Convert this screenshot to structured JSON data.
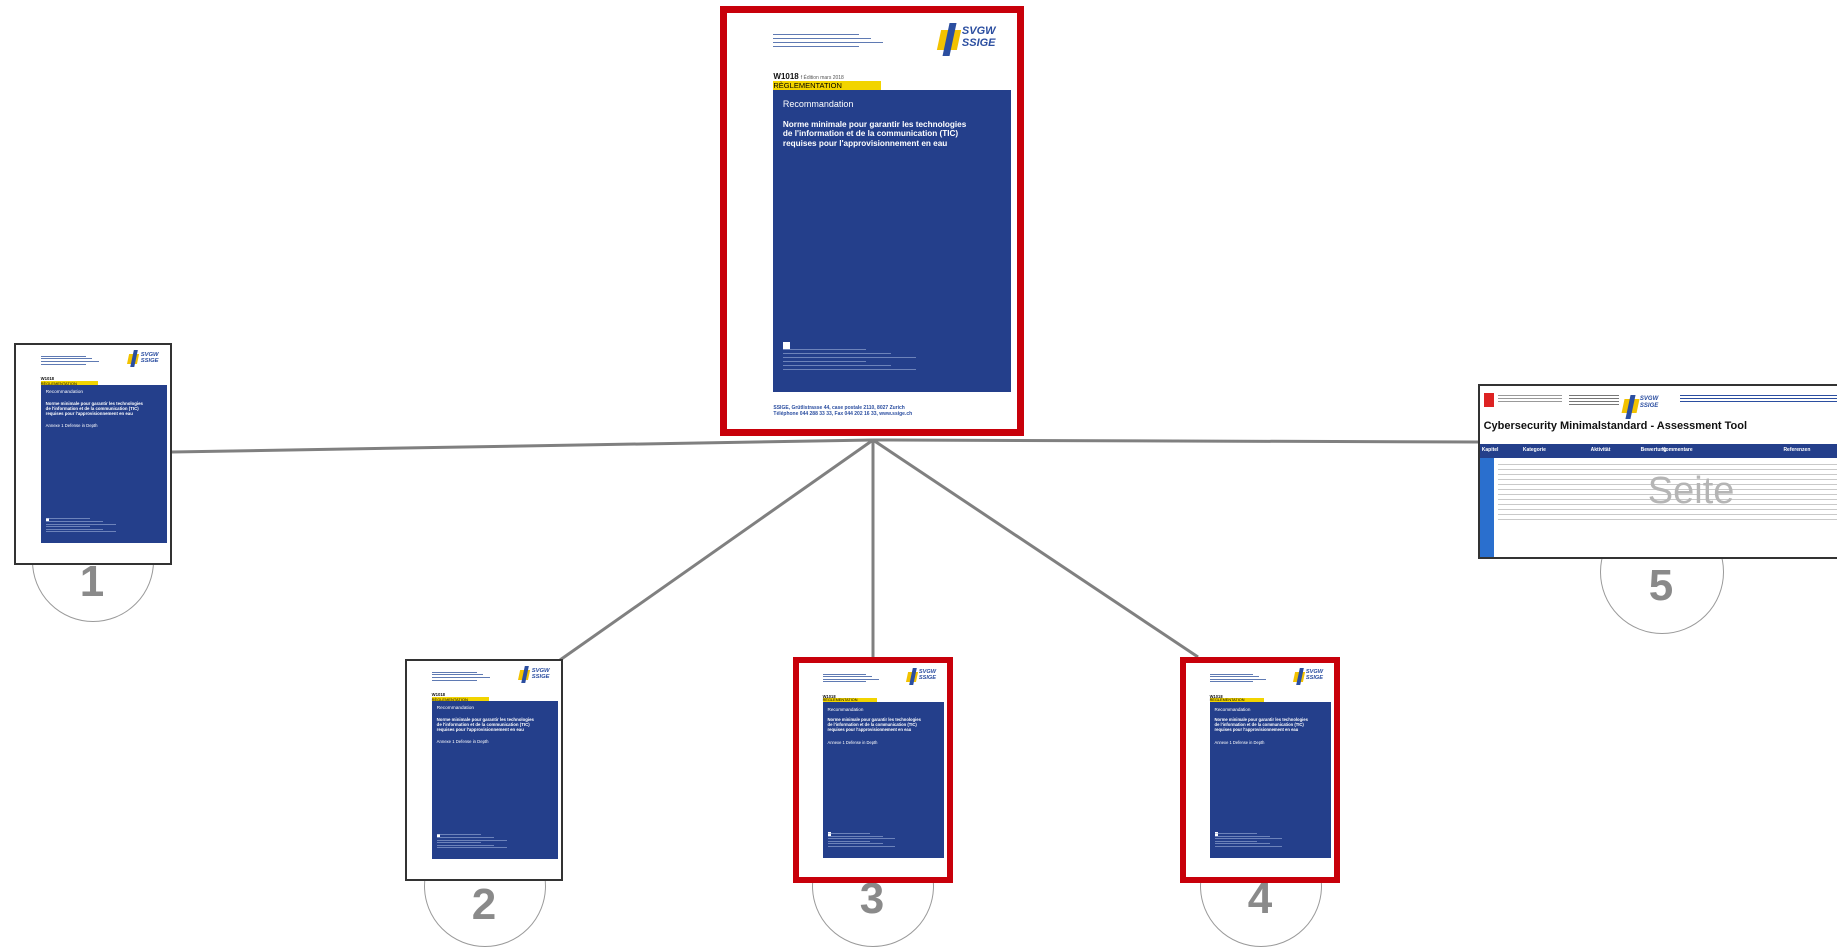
{
  "diagram": {
    "description_text": "",
    "nodes": [
      {
        "id": "root",
        "kind": "cover",
        "selected": true,
        "cover": {
          "header_lines": [
            "Schweizerischer Verein des Gas- und Wasserfaches",
            "Société Suisse de l'Industrie du Gaz et des Eaux",
            "Società Svizzera dell'Industria del Gas e delle Acque",
            "Swiss Gas and Water Industry Association"
          ],
          "logo_top": "SVGW",
          "logo_bottom": "SSIGE",
          "code": "W1018",
          "edition": "f Édition mars 2018",
          "band": "RÈGLEMENTATION",
          "recommendation": "Recommandation",
          "title": "Norme minimale pour garantir les technologies de l'information et de la communication (TIC) requises pour l'approvisionnement en eau",
          "annex": "",
          "address": "SSIGE, Grütlistrasse 44, case postale 2110, 8027 Zurich\nTéléphone 044 288 33 33, Fax 044 202 16 33, www.ssige.ch"
        }
      },
      {
        "id": "1",
        "label": "1",
        "kind": "cover",
        "selected": false,
        "cover": {
          "header_lines": [],
          "logo_top": "SVGW",
          "logo_bottom": "SSIGE",
          "code": "W1018",
          "edition": "",
          "band": "RÈGLEMENTATION",
          "recommendation": "Recommandation",
          "title": "Norme minimale pour garantir les technologies de l'information et de la communication (TIC) requises pour l'approvisionnement en eau",
          "annex": "Annexe 1 Defense in Depth",
          "address": ""
        }
      },
      {
        "id": "2",
        "label": "2",
        "kind": "cover",
        "selected": false,
        "cover": {
          "header_lines": [],
          "logo_top": "SVGW",
          "logo_bottom": "SSIGE",
          "code": "W1018",
          "edition": "",
          "band": "RÈGLEMENTATION",
          "recommendation": "Recommandation",
          "title": "Norme minimale pour garantir les technologies de l'information et de la communication (TIC) requises pour l'approvisionnement en eau",
          "annex": "Annexe 1 Defense in Depth",
          "address": ""
        }
      },
      {
        "id": "3",
        "label": "3",
        "kind": "cover",
        "selected": true,
        "cover": {
          "header_lines": [],
          "logo_top": "SVGW",
          "logo_bottom": "SSIGE",
          "code": "W1018",
          "edition": "",
          "band": "RÈGLEMENTATION",
          "recommendation": "Recommandation",
          "title": "Norme minimale pour garantir les technologies de l'information et de la communication (TIC) requises pour l'approvisionnement en eau",
          "annex": "Annexe 1 Defense in Depth",
          "address": ""
        }
      },
      {
        "id": "4",
        "label": "4",
        "kind": "cover",
        "selected": true,
        "cover": {
          "header_lines": [],
          "logo_top": "SVGW",
          "logo_bottom": "SSIGE",
          "code": "W1018",
          "edition": "",
          "band": "RÈGLEMENTATION",
          "recommendation": "Recommandation",
          "title": "Norme minimale pour garantir les technologies de l'information et de la communication (TIC) requises pour l'approvisionnement en eau",
          "annex": "Annexe 1 Defense in Depth",
          "address": ""
        }
      },
      {
        "id": "5",
        "label": "5",
        "kind": "table",
        "selected": false,
        "table": {
          "title": "Cybersecurity Minimalstandard - Assessment Tool",
          "columns": [
            "Kapitel",
            "Kategorie",
            "Aktivität",
            "Bewertung",
            "Kommentare",
            "Referenzen"
          ],
          "watermark": "Seite",
          "logo_top": "SVGW",
          "logo_bottom": "SSIGE"
        }
      }
    ],
    "edges": [
      {
        "from": "root",
        "to": "1"
      },
      {
        "from": "root",
        "to": "2"
      },
      {
        "from": "root",
        "to": "3"
      },
      {
        "from": "root",
        "to": "4"
      },
      {
        "from": "root",
        "to": "5"
      }
    ],
    "colors": {
      "selected_border": "#c8000a",
      "plain_border": "#333333",
      "link": "#808080",
      "cover_blue": "#243f8b",
      "band_yellow": "#f2d400"
    }
  }
}
